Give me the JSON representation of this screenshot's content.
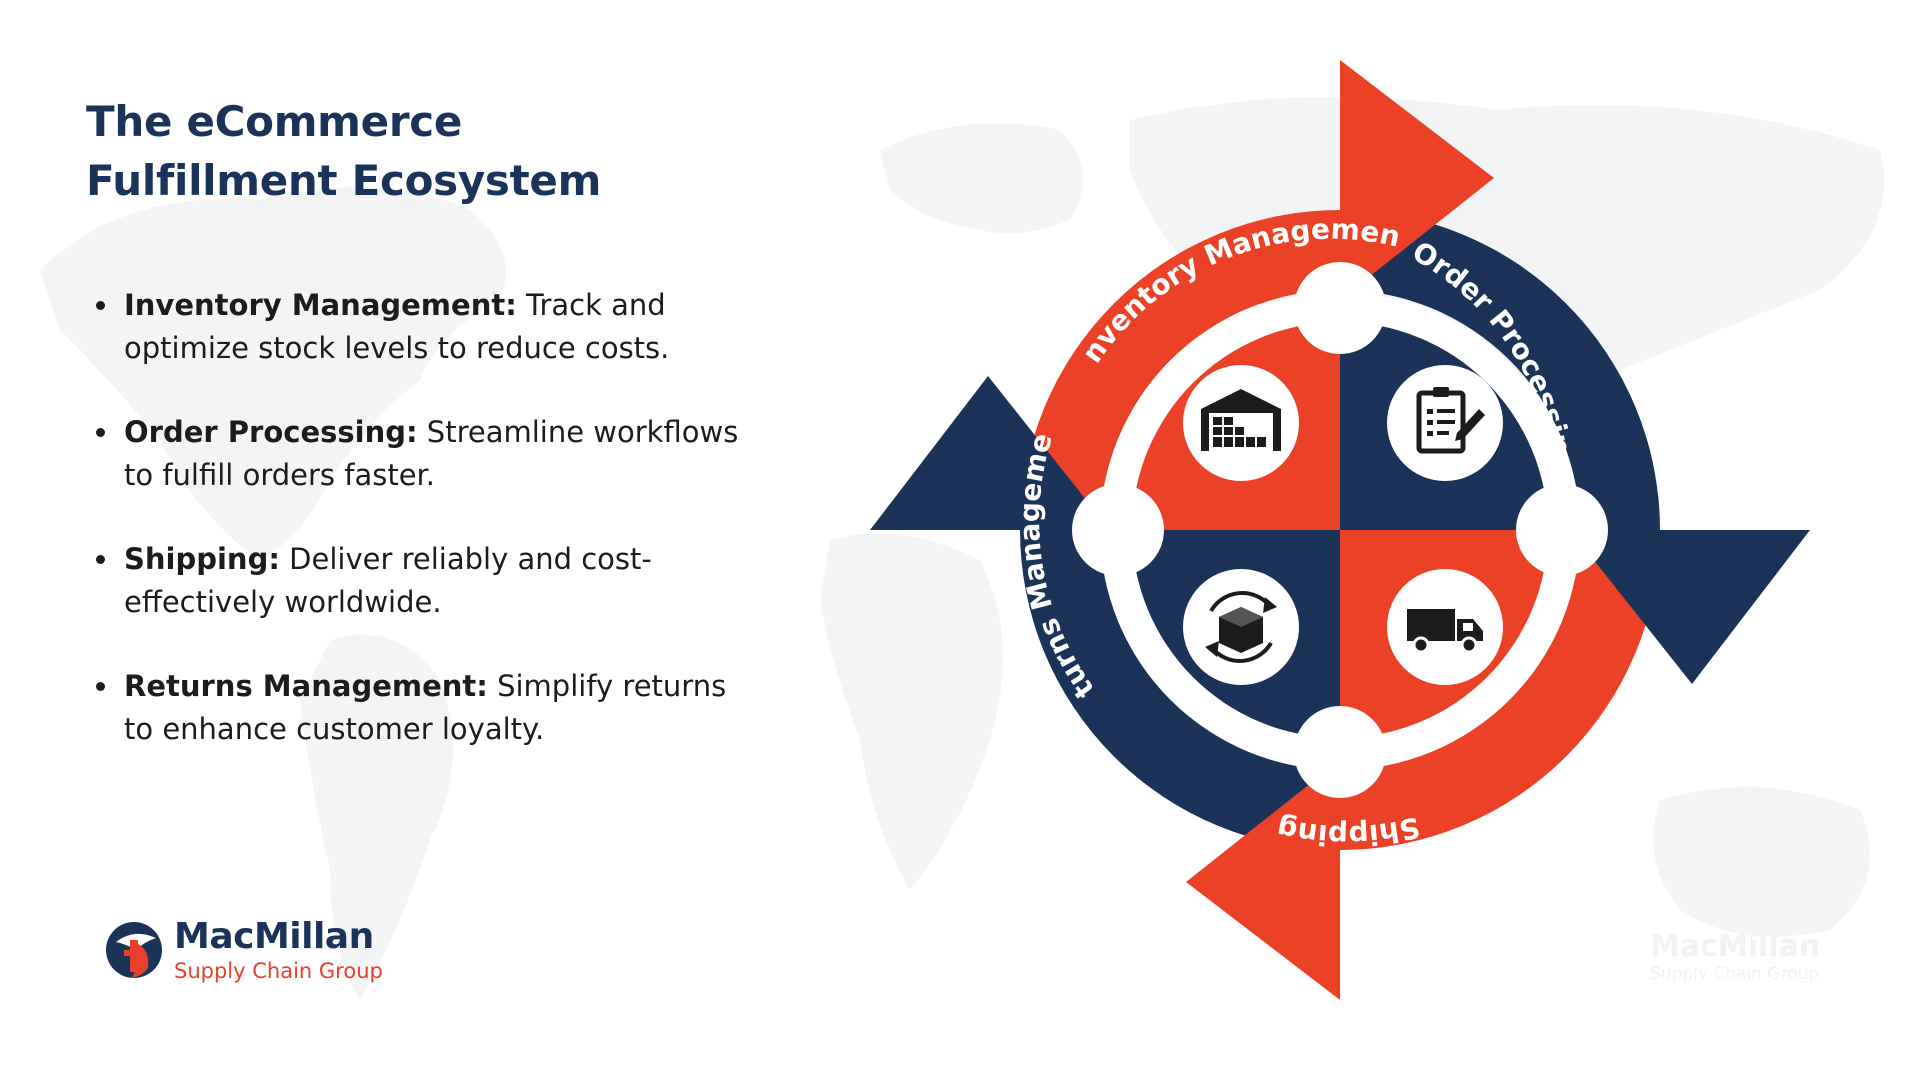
{
  "title": {
    "line1": "The eCommerce",
    "line2": "Fulfillment Ecosystem"
  },
  "bullets": [
    {
      "term": "Inventory Management:",
      "text": " Track and optimize stock levels to reduce costs."
    },
    {
      "term": "Order Processing:",
      "text": " Streamline workflows to fulfill orders faster."
    },
    {
      "term": "Shipping:",
      "text": " Deliver reliably and cost-effectively worldwide."
    },
    {
      "term": "Returns Management:",
      "text": " Simplify returns to enhance customer loyalty."
    }
  ],
  "diagram": {
    "segments": [
      {
        "label": "Inventory Management",
        "icon": "warehouse-icon",
        "color": "#ea4127"
      },
      {
        "label": "Order Processing",
        "icon": "clipboard-icon",
        "color": "#1b3358"
      },
      {
        "label": "Shipping",
        "icon": "truck-icon",
        "color": "#ea4127"
      },
      {
        "label": "Returns Management",
        "icon": "return-box-icon",
        "color": "#1b3358"
      }
    ]
  },
  "logo": {
    "name": "MacMillan",
    "subtitle": "Supply Chain Group"
  },
  "colors": {
    "navy": "#1b3358",
    "orange": "#ea4127",
    "background_map": "#f3f4f6"
  }
}
